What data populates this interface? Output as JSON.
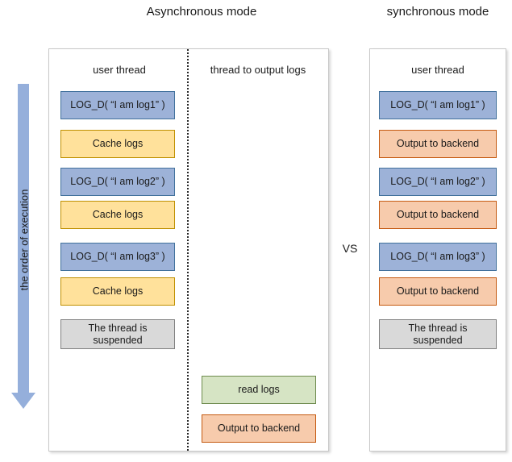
{
  "titles": {
    "async": "Asynchronous\nmode",
    "sync": "synchronous\nmode",
    "vs": "VS"
  },
  "order_arrow": {
    "label": "the order of execution",
    "color": "#95AFDB",
    "direction": "downward"
  },
  "async_panel": {
    "columns": [
      {
        "header": "user thread",
        "steps": [
          {
            "label": "LOG_D( “I am log1” )",
            "color": "blue"
          },
          {
            "label": "Cache logs",
            "color": "yellow"
          },
          {
            "label": "LOG_D( “I am log2” )",
            "color": "blue"
          },
          {
            "label": "Cache logs",
            "color": "yellow"
          },
          {
            "label": "LOG_D( “I am log3” )",
            "color": "blue"
          },
          {
            "label": "Cache logs",
            "color": "yellow"
          },
          {
            "label": "The thread is\nsuspended",
            "color": "gray"
          }
        ]
      },
      {
        "header": "thread to output logs",
        "steps": [
          {
            "label": "read logs",
            "color": "green"
          },
          {
            "label": "Output to backend",
            "color": "orange"
          }
        ]
      }
    ]
  },
  "sync_panel": {
    "columns": [
      {
        "header": "user thread",
        "steps": [
          {
            "label": "LOG_D( “I am log1” )",
            "color": "blue"
          },
          {
            "label": "Output to backend",
            "color": "orange"
          },
          {
            "label": "LOG_D( “I am log2” )",
            "color": "blue"
          },
          {
            "label": "Output to backend",
            "color": "orange"
          },
          {
            "label": "LOG_D( “I am log3” )",
            "color": "blue"
          },
          {
            "label": "Output to backend",
            "color": "orange"
          },
          {
            "label": "The thread is\nsuspended",
            "color": "gray"
          }
        ]
      }
    ]
  },
  "colors": {
    "blue_fill": "#9DB2D8",
    "blue_border": "#41719C",
    "yellow_fill": "#FFE19B",
    "yellow_border": "#BF9000",
    "orange_fill": "#F7CBAC",
    "orange_border": "#C55A11",
    "green_fill": "#D6E4C4",
    "green_border": "#6E8B4E",
    "gray_fill": "#D9D9D9",
    "gray_border": "#808080",
    "panel_border": "#C8C8C8",
    "arrow": "#95AFDB"
  }
}
